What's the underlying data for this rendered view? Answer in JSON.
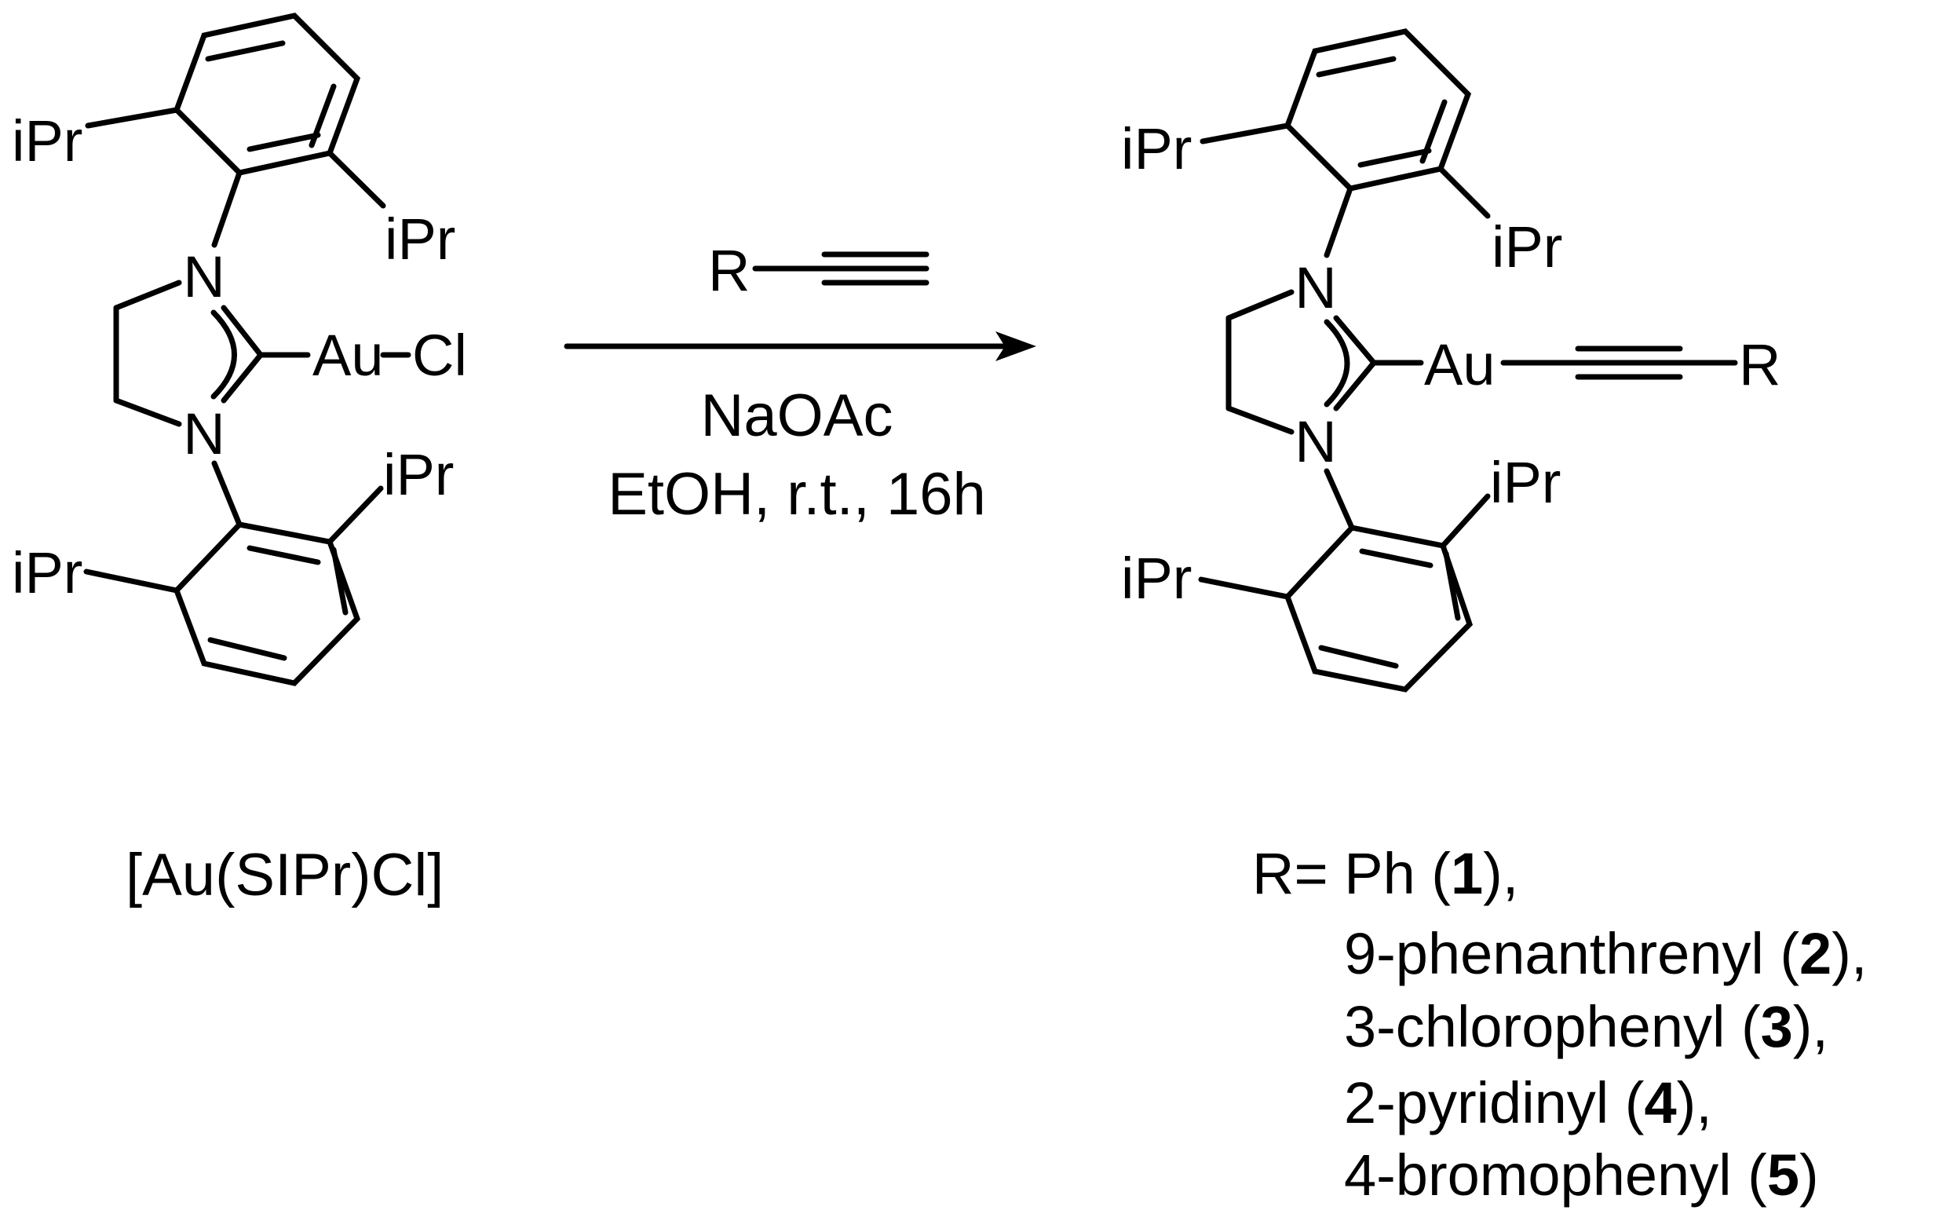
{
  "reactant": {
    "sub_iPr": "iPr",
    "atom_N": "N",
    "atom_Au": "Au",
    "atom_Cl": "Cl",
    "name": "[Au(SIPr)Cl]"
  },
  "reagent": {
    "R": "R",
    "base": "NaOAc",
    "conditions": "EtOH, r.t.,  16h"
  },
  "product": {
    "sub_iPr": "iPr",
    "atom_N": "N",
    "atom_Au": "Au",
    "R": "R"
  },
  "r_groups": {
    "prefix": "R= ",
    "items": [
      {
        "name": "Ph (",
        "number": "1",
        "suffix": "),"
      },
      {
        "name": "9-phenanthrenyl (",
        "number": "2",
        "suffix": "),"
      },
      {
        "name": "3-chlorophenyl (",
        "number": "3",
        "suffix": "),"
      },
      {
        "name": "2-pyridinyl (",
        "number": "4",
        "suffix": "),"
      },
      {
        "name": "4-bromophenyl (",
        "number": "5",
        "suffix": ")"
      }
    ]
  }
}
